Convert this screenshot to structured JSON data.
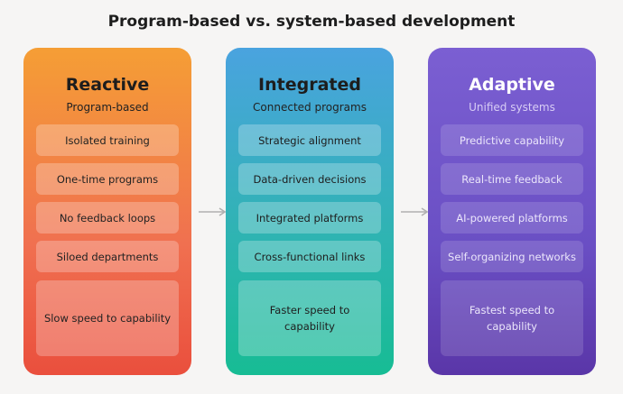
{
  "title": "Program-based vs. system-based development",
  "columns": [
    {
      "title": "Reactive",
      "subtitle": "Program-based",
      "items": [
        "Isolated training",
        "One-time programs",
        "No feedback loops",
        "Siloed departments",
        "Slow speed to capability"
      ]
    },
    {
      "title": "Integrated",
      "subtitle": "Connected programs",
      "items": [
        "Strategic alignment",
        "Data-driven decisions",
        "Integrated platforms",
        "Cross-functional links",
        "Faster speed to capability"
      ]
    },
    {
      "title": "Adaptive",
      "subtitle": "Unified systems",
      "items": [
        "Predictive capability",
        "Real-time feedback",
        "AI-powered platforms",
        "Self-organizing networks",
        "Fastest speed to capability"
      ]
    }
  ],
  "colors": {
    "reactive": "#f07050",
    "integrated": "#30b3b4",
    "adaptive": "#6a4fc4",
    "arrow": "#b0b0b0"
  }
}
